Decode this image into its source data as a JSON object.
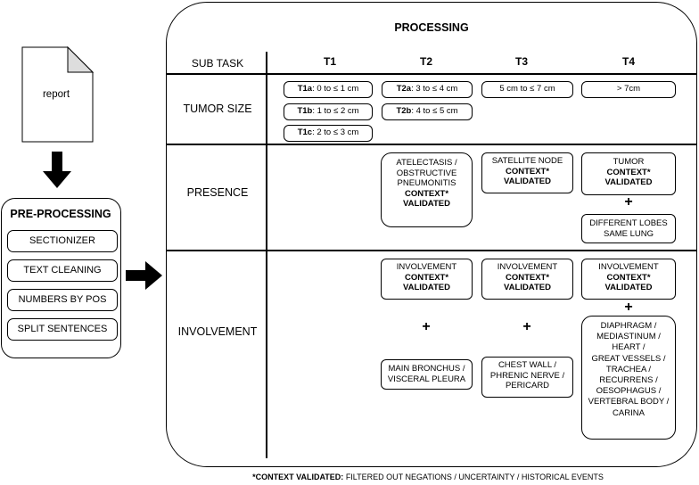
{
  "report": {
    "label": "report"
  },
  "preprocessing": {
    "title": "PRE-PROCESSING",
    "items": [
      "SECTIONIZER",
      "TEXT CLEANING",
      "NUMBERS BY POS",
      "SPLIT SENTENCES"
    ]
  },
  "processing": {
    "title": "PROCESSING",
    "subtask_label": "SUB TASK",
    "columns": [
      "T1",
      "T2",
      "T3",
      "T4"
    ],
    "rows": [
      "TUMOR SIZE",
      "PRESENCE",
      "INVOLVEMENT"
    ],
    "tumor_size": {
      "t1a_code": "T1a",
      "t1a_text": ": 0 to ≤ 1 cm",
      "t1b_code": "T1b",
      "t1b_text": ": 1 to ≤ 2 cm",
      "t1c_code": "T1c",
      "t1c_text": ": 2 to ≤ 3 cm",
      "t2a_code": "T2a",
      "t2a_text": ": 3 to ≤ 4 cm",
      "t2b_code": "T2b",
      "t2b_text": ": 4 to ≤ 5 cm",
      "t3": "5 cm to ≤ 7 cm",
      "t4": "> 7cm"
    },
    "presence": {
      "t2_line1": "ATELECTASIS /",
      "t2_line2": "OBSTRUCTIVE",
      "t2_line3": "PNEUMONITIS",
      "t3_line1": "SATELLITE NODE",
      "t4_line1": "TUMOR",
      "context": "CONTEXT*",
      "validated": "VALIDATED",
      "plus": "+",
      "t4_extra_line1": "DIFFERENT LOBES",
      "t4_extra_line2": "SAME LUNG"
    },
    "involvement": {
      "label": "INVOLVEMENT",
      "context": "CONTEXT*",
      "validated": "VALIDATED",
      "plus": "+",
      "t2_line1": "MAIN BRONCHUS /",
      "t2_line2": "VISCERAL PLEURA",
      "t3_line1": "CHEST WALL /",
      "t3_line2": "PHRENIC NERVE /",
      "t3_line3": "PERICARD",
      "t4_lines": [
        "DIAPHRAGM  /",
        "MEDIASTINUM /",
        "HEART /",
        "GREAT VESSELS /",
        "TRACHEA /",
        "RECURRENS /",
        "OESOPHAGUS /",
        "VERTEBRAL BODY /",
        "CARINA"
      ]
    }
  },
  "footnote": {
    "bold": "*CONTEXT VALIDATED:",
    "text": " FILTERED OUT NEGATIONS / UNCERTAINTY / HISTORICAL EVENTS"
  }
}
